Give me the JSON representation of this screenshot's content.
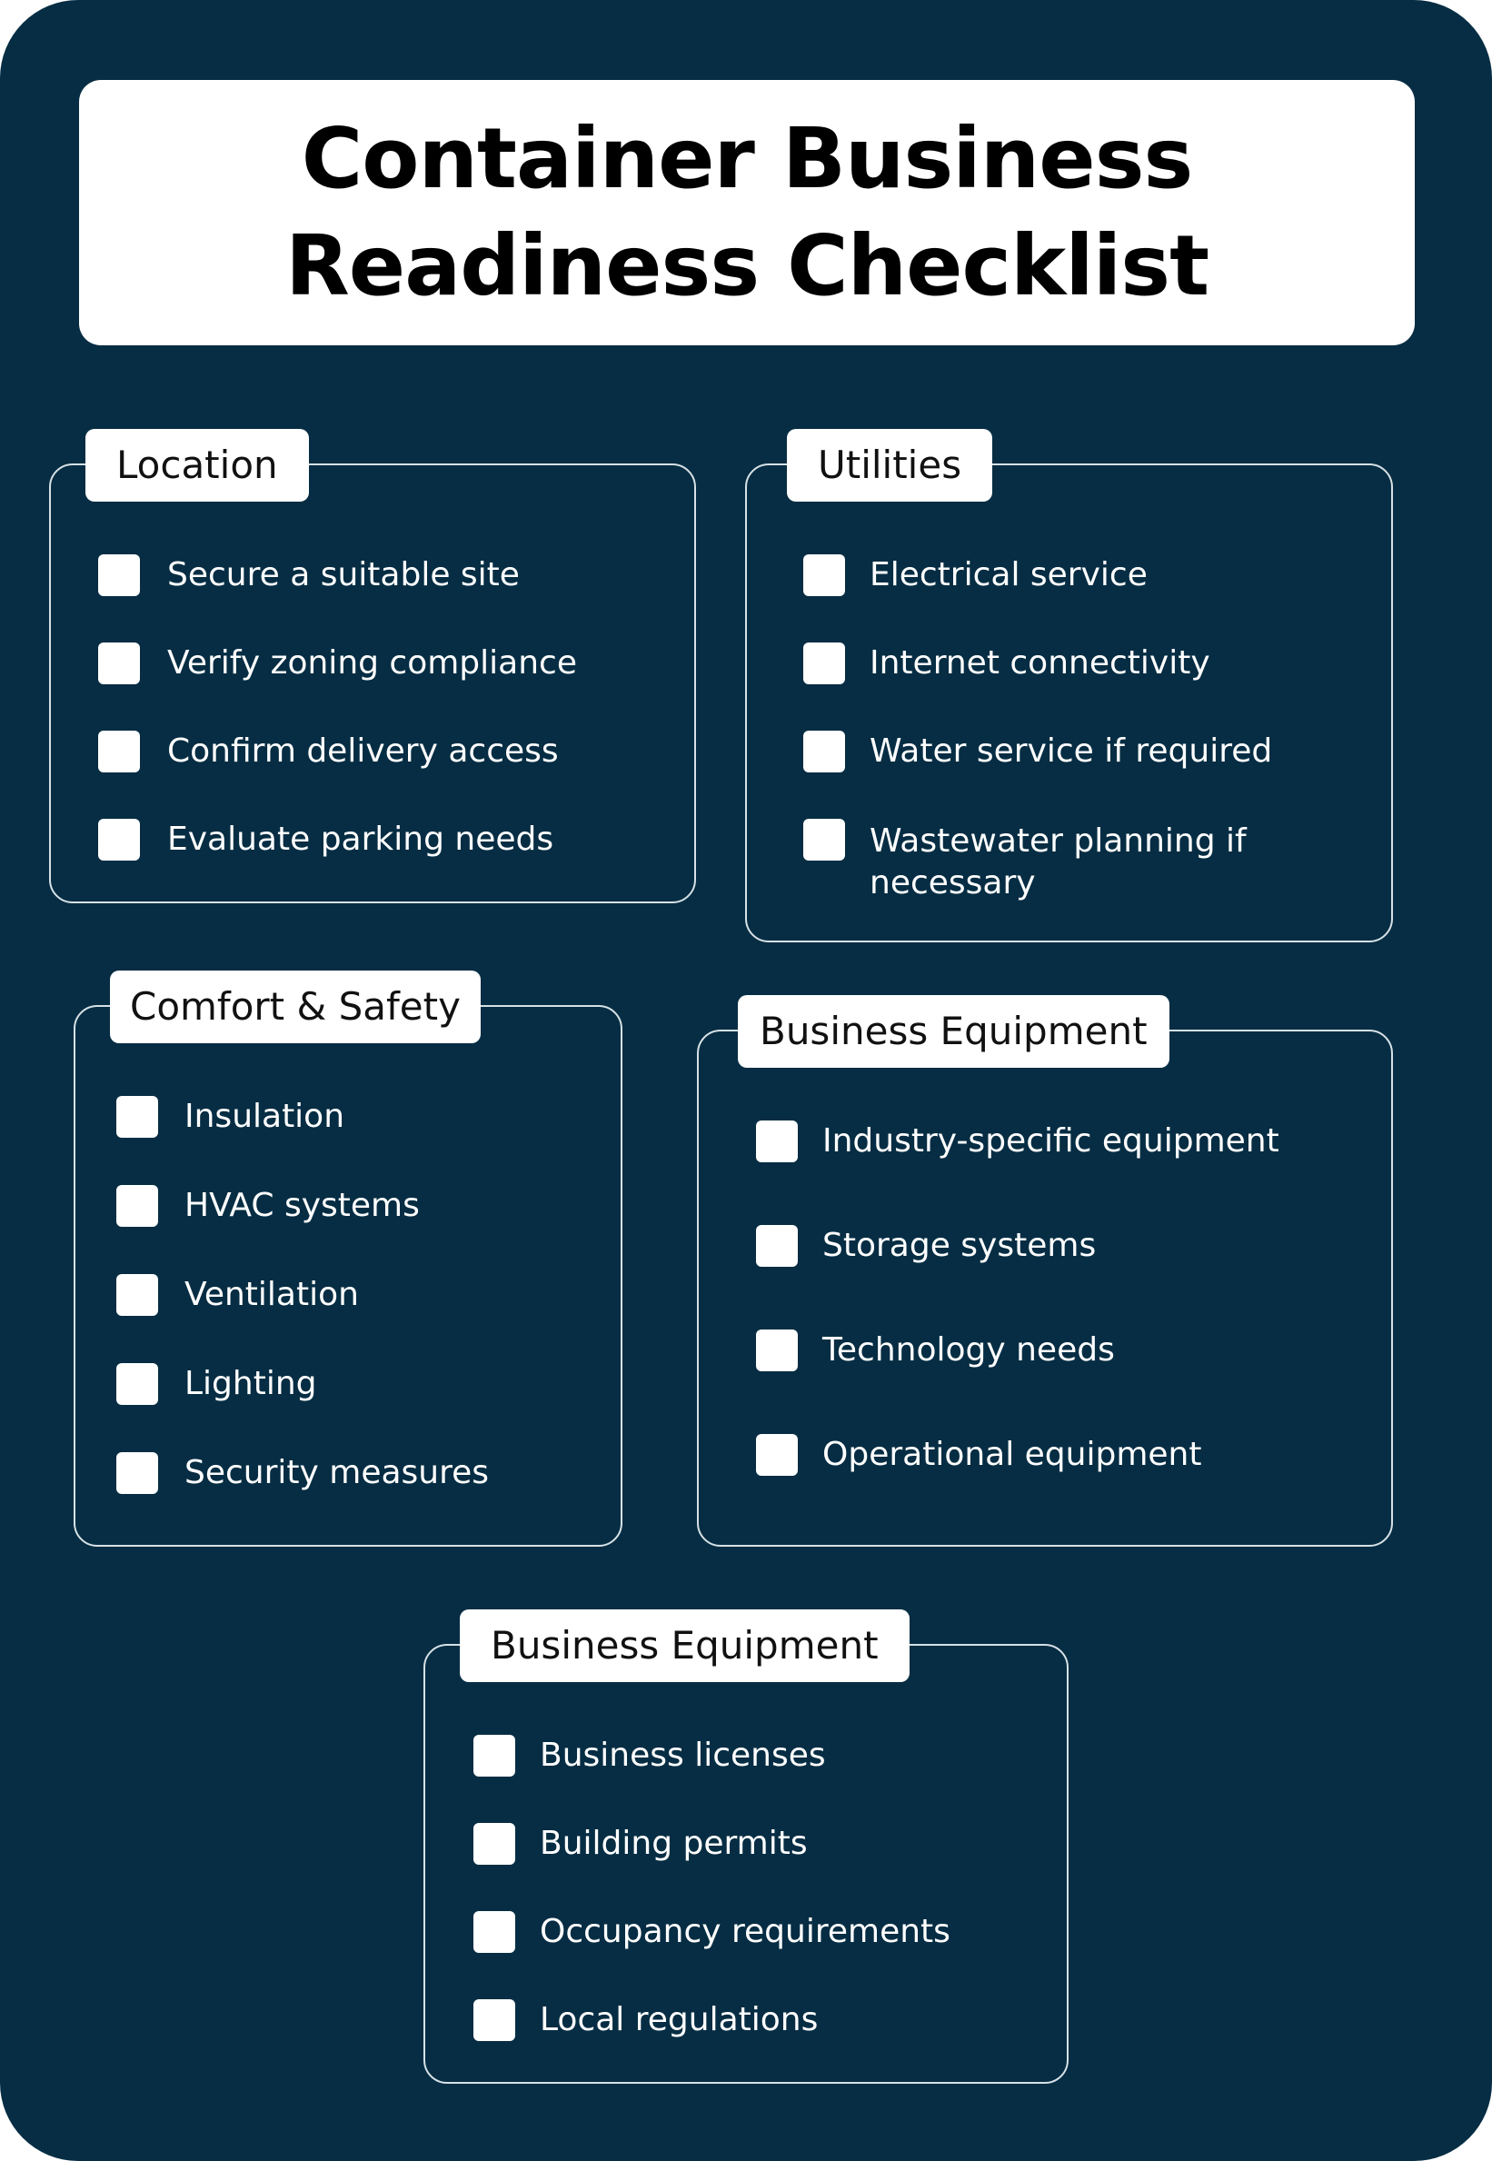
{
  "title": {
    "line1": "Container Business",
    "line2": "Readiness Checklist"
  },
  "sections": {
    "location": {
      "heading": "Location",
      "items": [
        "Secure a suitable site",
        "Verify zoning compliance",
        "Confirm delivery access",
        "Evaluate parking needs"
      ]
    },
    "utilities": {
      "heading": "Utilities",
      "items": [
        "Electrical service",
        "Internet connectivity",
        "Water service if required",
        "Wastewater planning if necessary"
      ]
    },
    "comfort": {
      "heading": "Comfort & Safety",
      "items": [
        "Insulation",
        "HVAC systems",
        "Ventilation",
        "Lighting",
        "Security measures"
      ]
    },
    "equipment": {
      "heading": "Business Equipment",
      "items": [
        "Industry-specific equipment",
        "Storage systems",
        "Technology needs",
        "Operational equipment"
      ]
    },
    "permits": {
      "heading": "Business Equipment",
      "items": [
        "Business licenses",
        "Building permits",
        "Occupancy requirements",
        "Local regulations"
      ]
    }
  },
  "colors": {
    "background": "#062d43",
    "panel": "#ffffff",
    "border": "#d7e1e6"
  }
}
